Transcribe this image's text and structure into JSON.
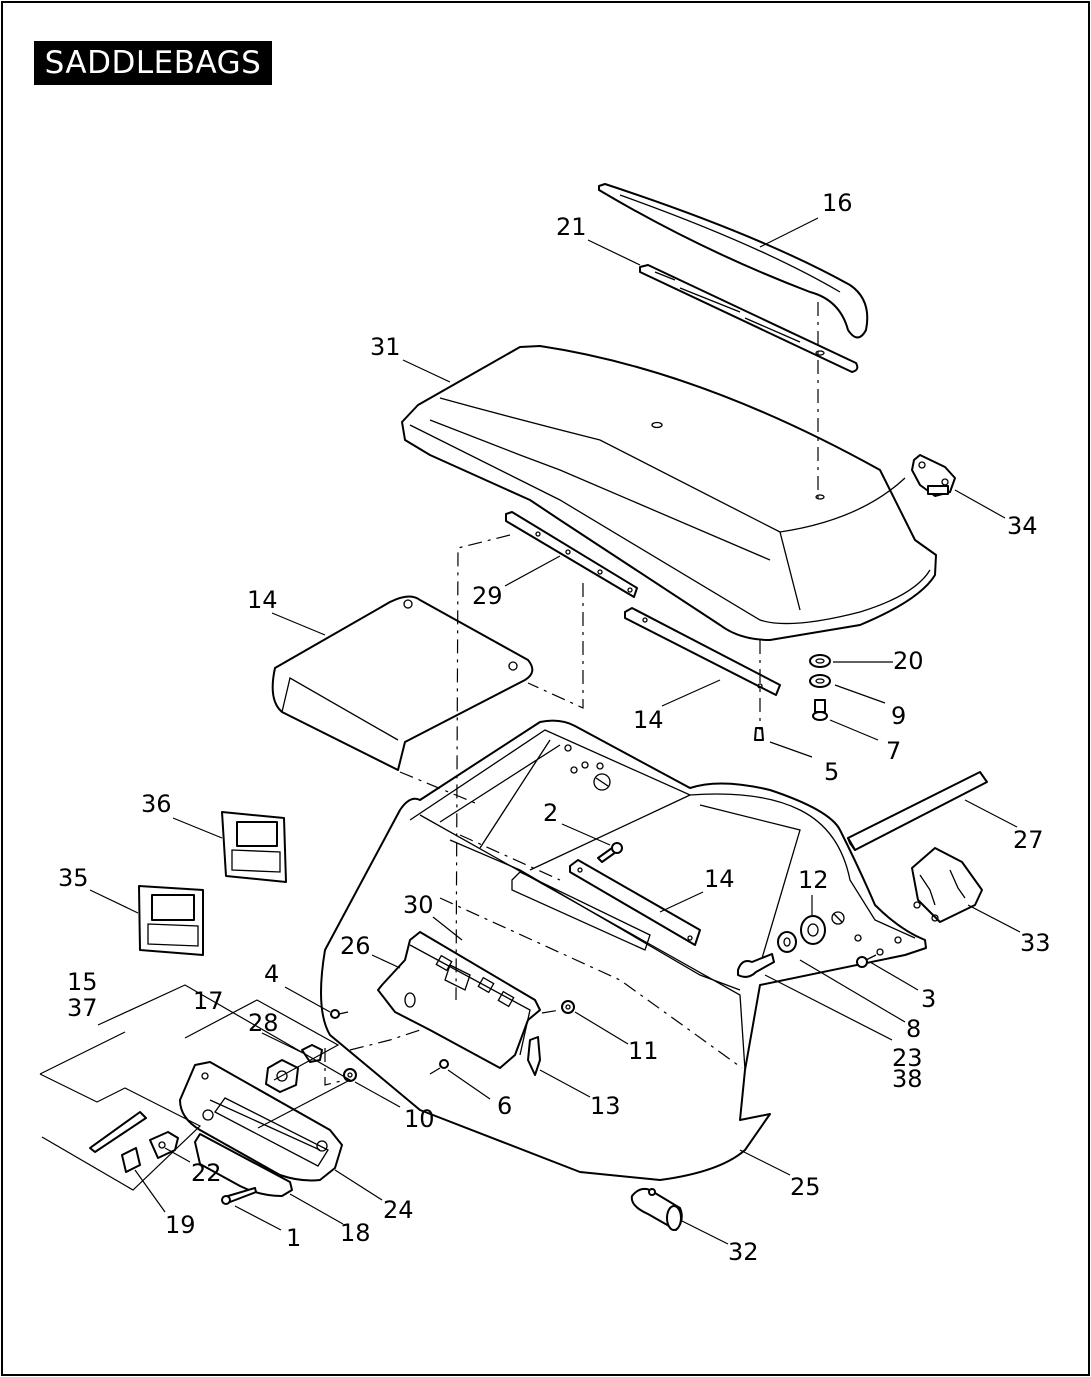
{
  "title": "SADDLEBAGS",
  "callouts": [
    {
      "id": "c16",
      "text": "16"
    },
    {
      "id": "c21",
      "text": "21"
    },
    {
      "id": "c31",
      "text": "31"
    },
    {
      "id": "c34",
      "text": "34"
    },
    {
      "id": "c29",
      "text": "29"
    },
    {
      "id": "c14a",
      "text": "14"
    },
    {
      "id": "c20",
      "text": "20"
    },
    {
      "id": "c9",
      "text": "9"
    },
    {
      "id": "c7",
      "text": "7"
    },
    {
      "id": "c14b",
      "text": "14"
    },
    {
      "id": "c5",
      "text": "5"
    },
    {
      "id": "c36",
      "text": "36"
    },
    {
      "id": "c2",
      "text": "2"
    },
    {
      "id": "c27",
      "text": "27"
    },
    {
      "id": "c35",
      "text": "35"
    },
    {
      "id": "c14c",
      "text": "14"
    },
    {
      "id": "c12",
      "text": "12"
    },
    {
      "id": "c30",
      "text": "30"
    },
    {
      "id": "c33",
      "text": "33"
    },
    {
      "id": "c26",
      "text": "26"
    },
    {
      "id": "c15",
      "text": "15"
    },
    {
      "id": "c37",
      "text": "37"
    },
    {
      "id": "c4",
      "text": "4"
    },
    {
      "id": "c17",
      "text": "17"
    },
    {
      "id": "c3",
      "text": "3"
    },
    {
      "id": "c28",
      "text": "28"
    },
    {
      "id": "c8",
      "text": "8"
    },
    {
      "id": "c11",
      "text": "11"
    },
    {
      "id": "c23",
      "text": "23"
    },
    {
      "id": "c38",
      "text": "38"
    },
    {
      "id": "c10",
      "text": "10"
    },
    {
      "id": "c6",
      "text": "6"
    },
    {
      "id": "c13",
      "text": "13"
    },
    {
      "id": "c22",
      "text": "22"
    },
    {
      "id": "c25",
      "text": "25"
    },
    {
      "id": "c24",
      "text": "24"
    },
    {
      "id": "c19",
      "text": "19"
    },
    {
      "id": "c18",
      "text": "18"
    },
    {
      "id": "c1",
      "text": "1"
    },
    {
      "id": "c32",
      "text": "32"
    }
  ]
}
